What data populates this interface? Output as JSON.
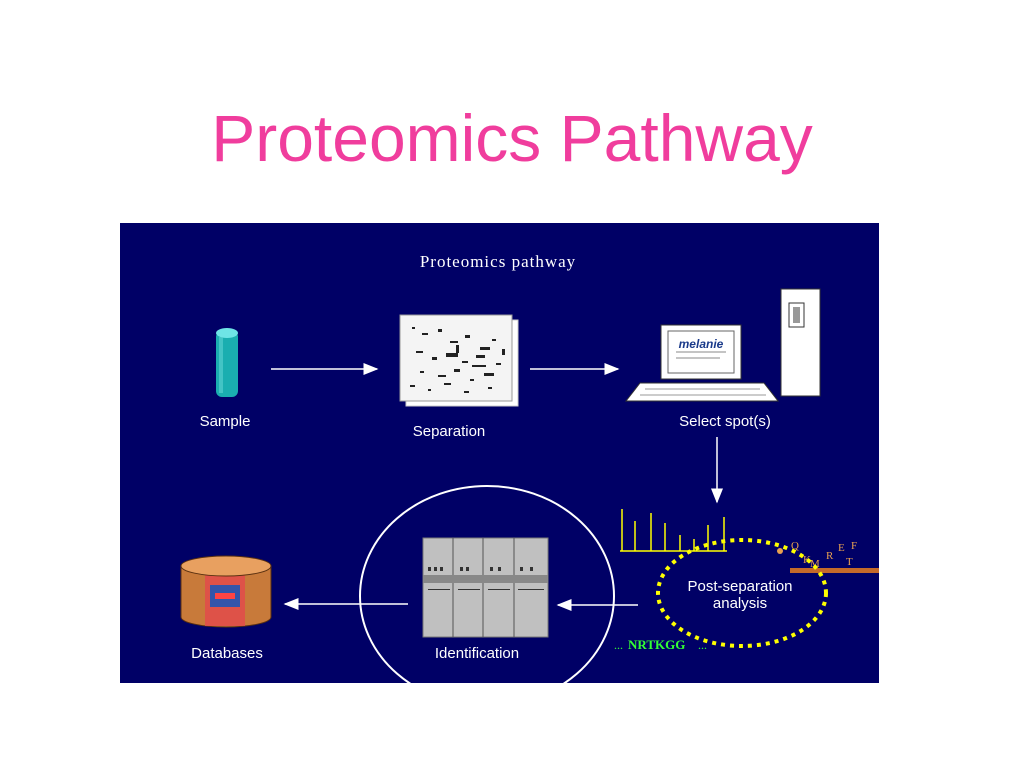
{
  "slide": {
    "title": "Proteomics Pathway"
  },
  "diagram": {
    "title": "Proteomics pathway",
    "steps": {
      "sample": "Sample",
      "separation": "Separation",
      "select": "Select spot(s)",
      "post_line1": "Post-separation",
      "post_line2": "analysis",
      "identification": "Identification",
      "databases": "Databases"
    },
    "screen_logo": "melanie",
    "sequence_prefix": "...",
    "sequence": "NRTKGG",
    "sequence_suffix": "...",
    "peptide_letters": [
      "Q",
      "K",
      "M",
      "R",
      "E",
      "T",
      "F"
    ],
    "colors": {
      "background": "#000066",
      "title": "#f03d9d",
      "sample_tube": "#1aaeb0",
      "sequence": "#33ff33",
      "dotted_circle": "#ffff00",
      "spectrum": "#ffff00",
      "peptide_bar": "#c46a2a"
    }
  }
}
